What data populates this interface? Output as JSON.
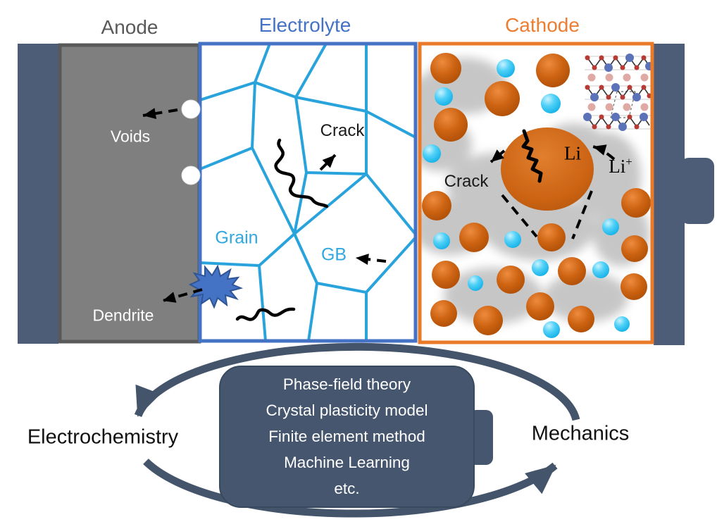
{
  "figure": {
    "battery": {
      "anode": {
        "title": "Anode",
        "voids_label": "Voids",
        "dendrite_label": "Dendrite"
      },
      "electrolyte": {
        "title": "Electrolyte",
        "crack_label": "Crack",
        "grain_label": "Grain",
        "gb_label": "GB"
      },
      "cathode": {
        "title": "Cathode",
        "crack_label": "Crack",
        "li_label": "Li",
        "li_ion_base": "Li",
        "li_ion_sup": "+"
      }
    },
    "coupling": {
      "left_label": "Electrochemistry",
      "right_label": "Mechanics",
      "methods": [
        "Phase-field theory",
        "Crystal plasticity model",
        "Finite element method",
        "Machine Learning",
        "etc."
      ]
    },
    "colors": {
      "current_collector_slate": "#4D5D77",
      "anode_gray": "#7F7F7F",
      "anode_border_gray": "#595959",
      "electrolyte_border_blue": "#4472C4",
      "grain_line_blue": "#29A3DC",
      "cathode_border_orange": "#E97A28",
      "particle_orange": "#C96312",
      "li_ion_cyan": "#29C3F0",
      "dendrite_blue": "#4472C4",
      "coupling_slate": "#44546A"
    }
  }
}
